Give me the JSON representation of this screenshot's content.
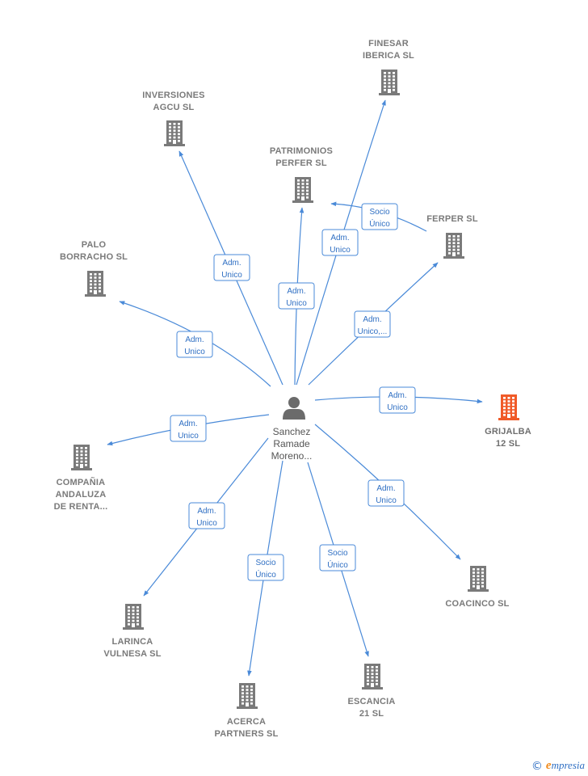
{
  "colors": {
    "edge": "#4a8ad8",
    "building": "#7a7a7a",
    "building_highlight": "#f05a28",
    "person": "#6b6b6b"
  },
  "center": {
    "id": "sanchez",
    "label": [
      "Sanchez",
      "Ramade",
      "Moreno..."
    ],
    "icon": "person-icon"
  },
  "nodes": [
    {
      "id": "finesar",
      "label": [
        "FINESAR",
        "IBERICA SL"
      ],
      "icon": "building-icon",
      "highlight": false
    },
    {
      "id": "inversiones",
      "label": [
        "INVERSIONES",
        "AGCU  SL"
      ],
      "icon": "building-icon",
      "highlight": false
    },
    {
      "id": "patrimonios",
      "label": [
        "PATRIMONIOS",
        "PERFER  SL"
      ],
      "icon": "building-icon",
      "highlight": false
    },
    {
      "id": "ferper",
      "label": [
        "FERPER SL"
      ],
      "icon": "building-icon",
      "highlight": false
    },
    {
      "id": "palo",
      "label": [
        "PALO",
        "BORRACHO  SL"
      ],
      "icon": "building-icon",
      "highlight": false
    },
    {
      "id": "grijalba",
      "label": [
        "GRIJALBA",
        "12  SL"
      ],
      "icon": "building-icon",
      "highlight": true
    },
    {
      "id": "compania",
      "label": [
        "COMPAÑIA",
        "ANDALUZA",
        "DE RENTA..."
      ],
      "icon": "building-icon",
      "highlight": false
    },
    {
      "id": "coacinco",
      "label": [
        "COACINCO SL"
      ],
      "icon": "building-icon",
      "highlight": false
    },
    {
      "id": "larinca",
      "label": [
        "LARINCA",
        "VULNESA  SL"
      ],
      "icon": "building-icon",
      "highlight": false
    },
    {
      "id": "acerca",
      "label": [
        "ACERCA",
        "PARTNERS  SL"
      ],
      "icon": "building-icon",
      "highlight": false
    },
    {
      "id": "escancia",
      "label": [
        "ESCANCIA",
        "21  SL"
      ],
      "icon": "building-icon",
      "highlight": false
    }
  ],
  "edges": [
    {
      "from": "sanchez",
      "to": "finesar",
      "label": [
        "Adm.",
        "Unico"
      ]
    },
    {
      "from": "sanchez",
      "to": "inversiones",
      "label": [
        "Adm.",
        "Unico"
      ]
    },
    {
      "from": "sanchez",
      "to": "patrimonios",
      "label": [
        "Adm.",
        "Unico"
      ]
    },
    {
      "from": "ferper",
      "to": "patrimonios",
      "label": [
        "Socio",
        "Único"
      ]
    },
    {
      "from": "sanchez",
      "to": "ferper",
      "label": [
        "Adm.",
        "Unico,..."
      ]
    },
    {
      "from": "sanchez",
      "to": "palo",
      "label": [
        "Adm.",
        "Unico"
      ]
    },
    {
      "from": "sanchez",
      "to": "grijalba",
      "label": [
        "Adm.",
        "Unico"
      ]
    },
    {
      "from": "sanchez",
      "to": "compania",
      "label": [
        "Adm.",
        "Unico"
      ]
    },
    {
      "from": "sanchez",
      "to": "coacinco",
      "label": [
        "Adm.",
        "Unico"
      ]
    },
    {
      "from": "sanchez",
      "to": "larinca",
      "label": [
        "Adm.",
        "Unico"
      ]
    },
    {
      "from": "sanchez",
      "to": "acerca",
      "label": [
        "Socio",
        "Único"
      ]
    },
    {
      "from": "sanchez",
      "to": "escancia",
      "label": [
        "Socio",
        "Único"
      ]
    }
  ],
  "footer": {
    "copyright_symbol": "©",
    "brand_initial": "e",
    "brand_rest": "mpresia"
  }
}
